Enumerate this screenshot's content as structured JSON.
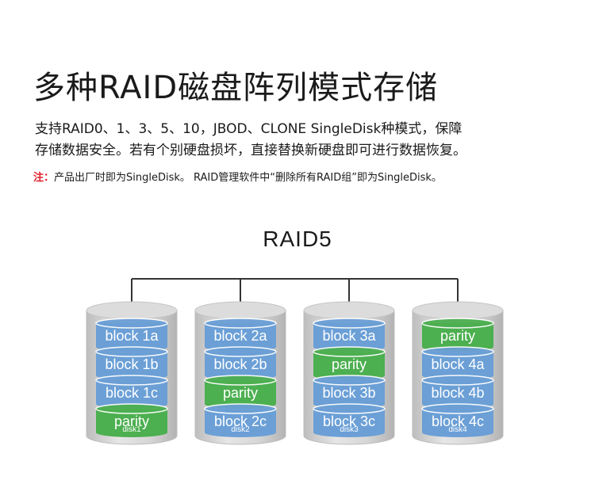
{
  "page": {
    "title": "多种RAID磁盘阵列模式存储",
    "description_lines": [
      "支持RAID0、1、3、5、10，JBOD、CLONE SingleDisk种模式，保障",
      "存储数据安全。若有个别硬盘损坏，直接替换新硬盘即可进行数据恢复。"
    ],
    "note_label": "注：",
    "note_text": "产品出厂时即为SingleDisk。 RAID管理软件中“删除所有RAID组”即为SingleDisk。"
  },
  "diagram": {
    "title": "RAID5",
    "colors": {
      "block": "#6b9fd6",
      "parity": "#4caf50",
      "disk": "#d2d2d2",
      "connector": "#333333"
    },
    "disks": [
      {
        "label": "disk1",
        "stripes": [
          {
            "text": "block 1a",
            "kind": "block"
          },
          {
            "text": "block 1b",
            "kind": "block"
          },
          {
            "text": "block 1c",
            "kind": "block"
          },
          {
            "text": "parity",
            "kind": "parity"
          }
        ]
      },
      {
        "label": "disk2",
        "stripes": [
          {
            "text": "block 2a",
            "kind": "block"
          },
          {
            "text": "block 2b",
            "kind": "block"
          },
          {
            "text": "parity",
            "kind": "parity"
          },
          {
            "text": "block 2c",
            "kind": "block"
          }
        ]
      },
      {
        "label": "disk3",
        "stripes": [
          {
            "text": "block 3a",
            "kind": "block"
          },
          {
            "text": "parity",
            "kind": "parity"
          },
          {
            "text": "block 3b",
            "kind": "block"
          },
          {
            "text": "block 3c",
            "kind": "block"
          }
        ]
      },
      {
        "label": "disk4",
        "stripes": [
          {
            "text": "parity",
            "kind": "parity"
          },
          {
            "text": "block 4a",
            "kind": "block"
          },
          {
            "text": "block 4b",
            "kind": "block"
          },
          {
            "text": "block 4c",
            "kind": "block"
          }
        ]
      }
    ]
  }
}
